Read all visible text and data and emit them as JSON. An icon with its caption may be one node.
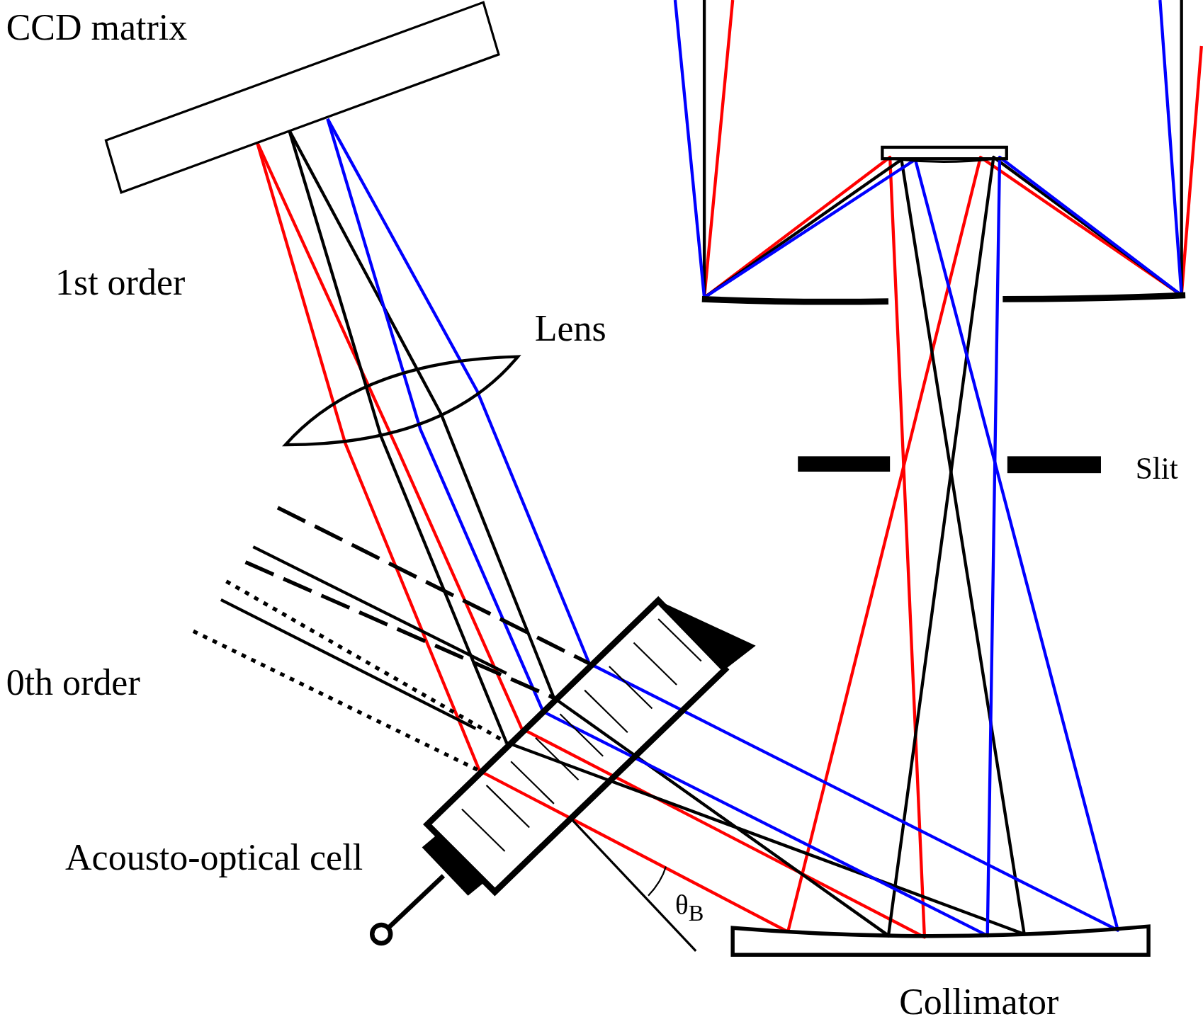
{
  "diagram": {
    "labels": [
      "CCD matrix",
      "1st order",
      "Lens",
      "Slit",
      "0th order",
      "Acousto-optical cell",
      "θ$_{B}$",
      "Collimator"
    ]
  }
}
